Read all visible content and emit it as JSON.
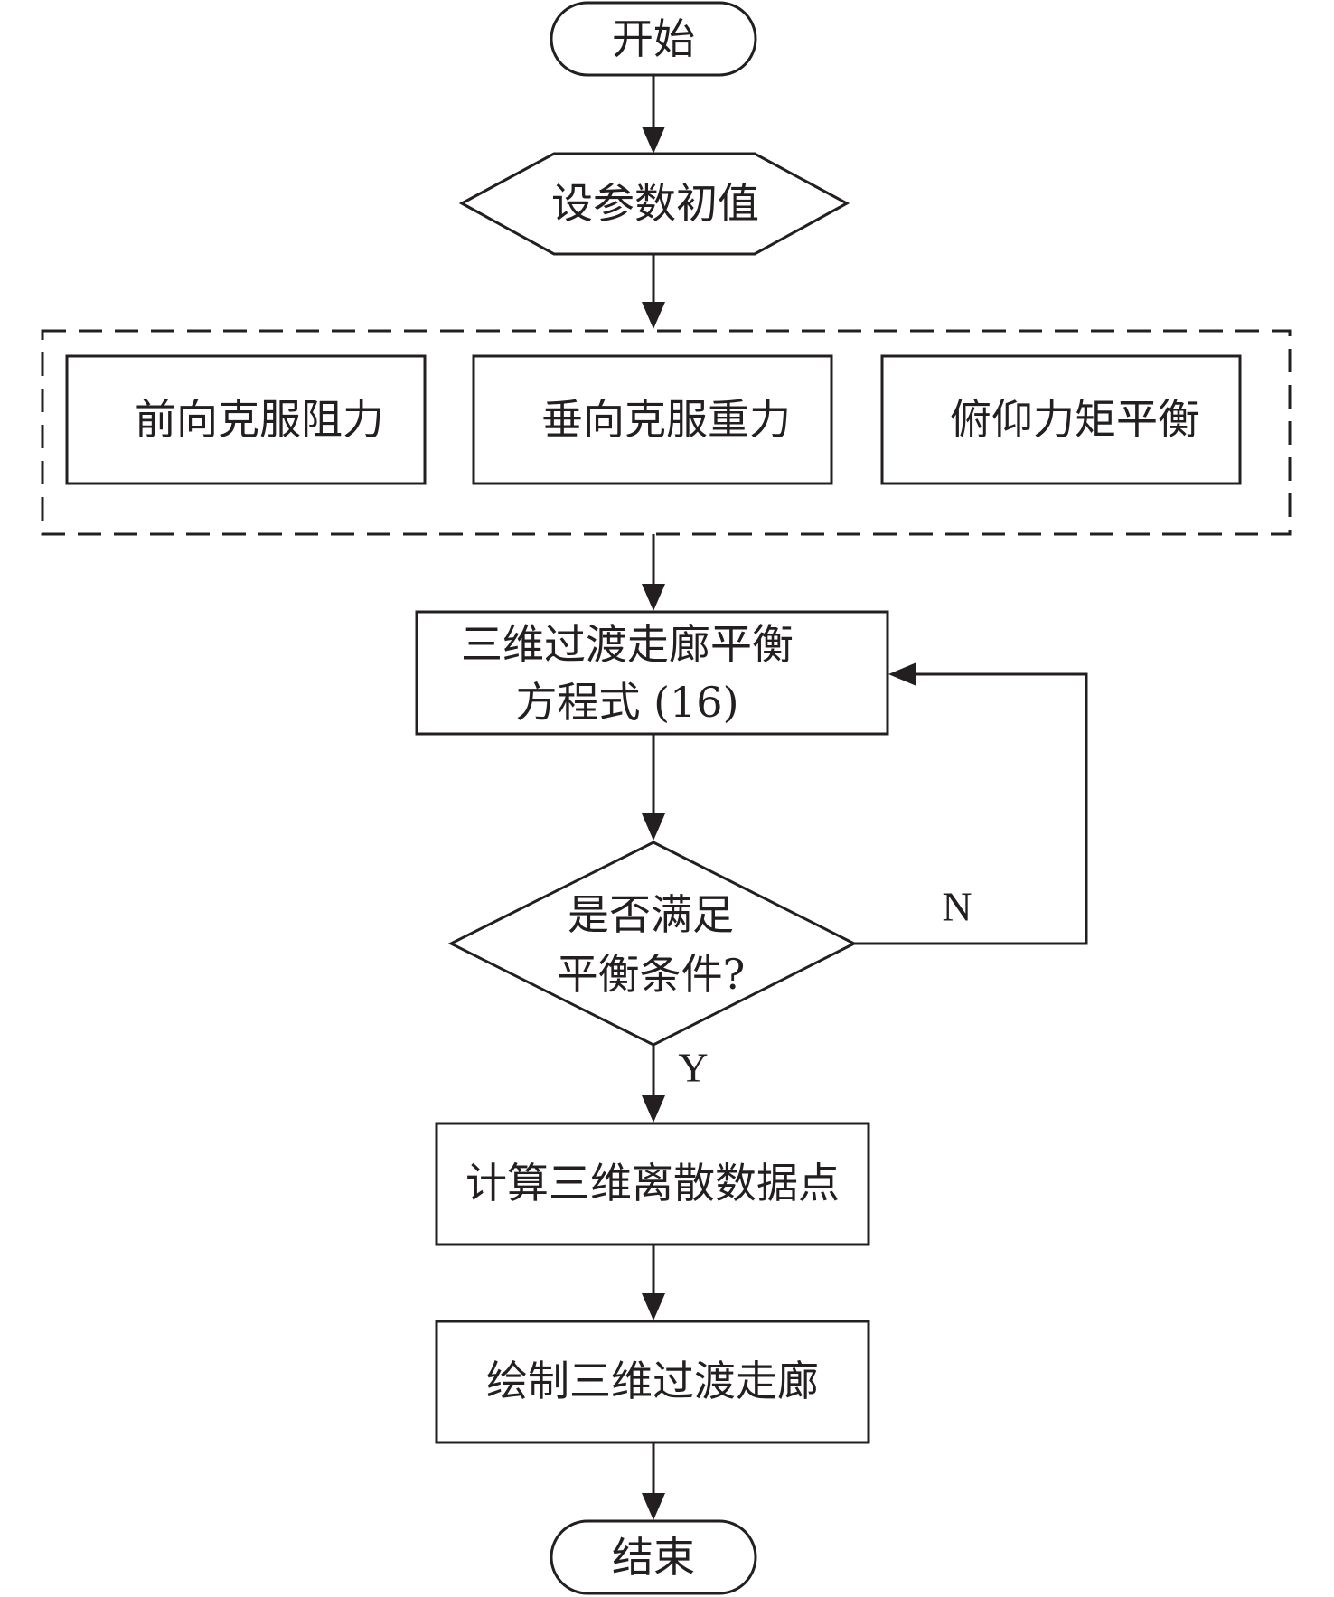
{
  "flowchart": {
    "start": "开始",
    "init": "设参数初值",
    "constraints": [
      "前向克服阻力",
      "垂向克服重力",
      "俯仰力矩平衡"
    ],
    "equation_line1": "三维过渡走廊平衡",
    "equation_line2": "方程式 (16)",
    "decision_line1": "是否满足",
    "decision_line2": "平衡条件?",
    "no_label": "N",
    "yes_label": "Y",
    "compute": "计算三维离散数据点",
    "draw": "绘制三维过渡走廊",
    "end": "结束"
  },
  "colors": {
    "stroke": "#231f20",
    "background": "#ffffff"
  }
}
